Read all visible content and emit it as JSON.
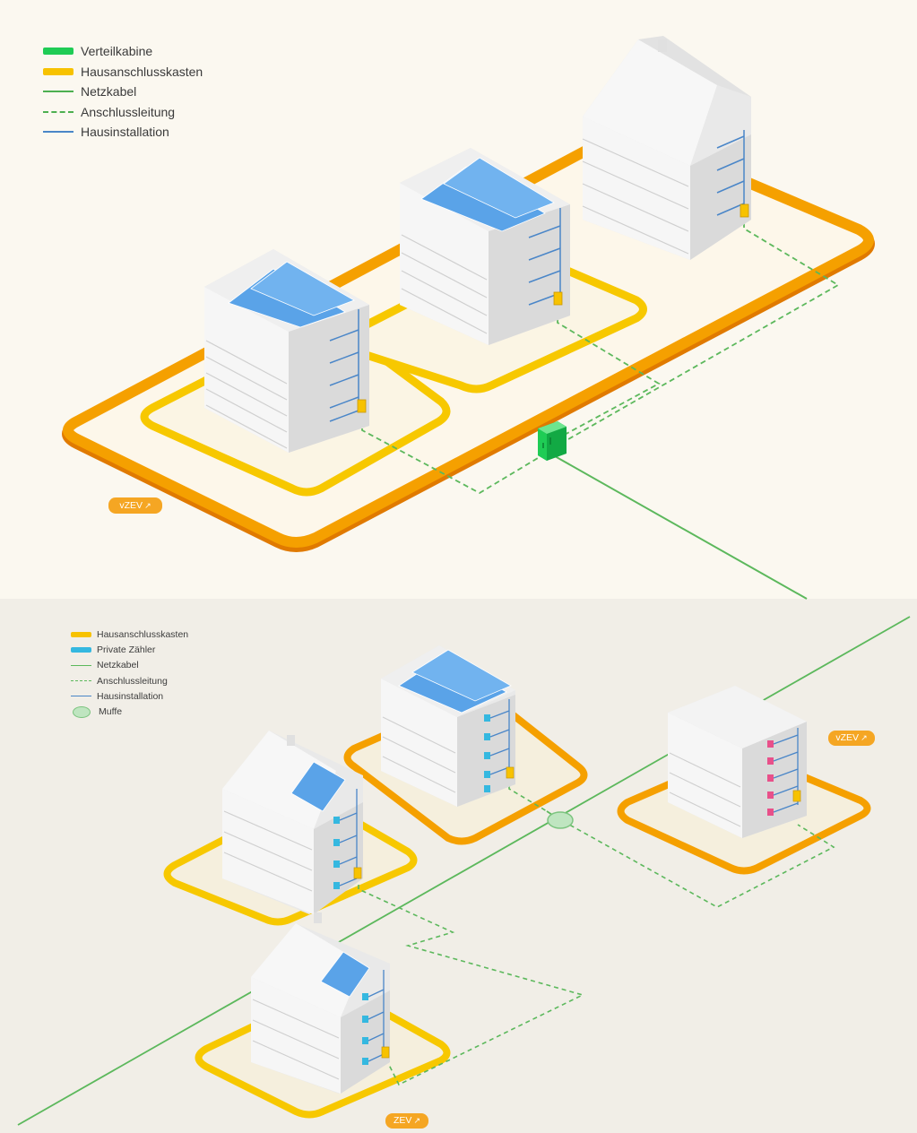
{
  "top_panel": {
    "legend": [
      {
        "label": "Verteilkabine",
        "style": "fill",
        "color": "#1fcc55"
      },
      {
        "label": "Hausanschlusskasten",
        "style": "fill",
        "color": "#f7c200"
      },
      {
        "label": "Netzkabel",
        "style": "line",
        "color": "#4caf50"
      },
      {
        "label": "Anschlussleitung",
        "style": "dash",
        "color": "#4caf50"
      },
      {
        "label": "Hausinstallation",
        "style": "line",
        "color": "#4a86c8"
      }
    ],
    "badge": {
      "label": "vZEV",
      "arrow": "↗"
    }
  },
  "bottom_panel": {
    "legend": [
      {
        "label": "Hausanschlusskasten",
        "style": "fill",
        "color": "#f7c200"
      },
      {
        "label": "Private Zähler",
        "style": "fill",
        "color": "#35b8e0"
      },
      {
        "label": "Netzkabel",
        "style": "line",
        "color": "#5cb85c"
      },
      {
        "label": "Anschlussleitung",
        "style": "dash",
        "color": "#5cb85c"
      },
      {
        "label": "Hausinstallation",
        "style": "line",
        "color": "#4a86c8"
      },
      {
        "label": "Muffe",
        "style": "ellipse",
        "color": "#7cc47f"
      }
    ],
    "badge_right": {
      "label": "vZEV",
      "arrow": "↗"
    },
    "badge_bottom": {
      "label": "ZEV",
      "arrow": "↗"
    }
  },
  "colors": {
    "panel_bg_top": "#fbf8f0",
    "panel_bg_bottom": "#f1eee7",
    "loop_orange": "#f5a000",
    "loop_yellow": "#f7c800",
    "building_light": "#f2f2f2",
    "building_shade": "#d9d9d9",
    "solar_blue": "#5aa3e8",
    "cable_green": "#5cb85c",
    "cabinet_green": "#1fcc55",
    "meter_cyan": "#35b8e0",
    "meter_pink": "#e8508a",
    "install_blue": "#4a86c8"
  },
  "icons": {
    "cabinet": "distribution-cabinet-icon",
    "splice": "cable-splice-icon",
    "badge_arrow": "arrow-up-right-icon"
  }
}
